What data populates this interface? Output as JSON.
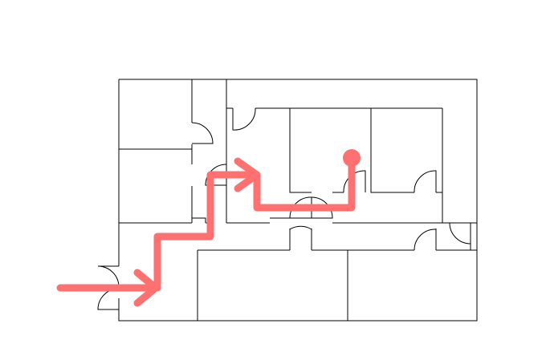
{
  "diagram": {
    "kind": "floor-plan-route",
    "colors": {
      "wall": "#000000",
      "route": "#ff7070",
      "background": "#ffffff"
    },
    "route": {
      "start_marker": "arrow-in",
      "end_marker": "dot"
    }
  }
}
